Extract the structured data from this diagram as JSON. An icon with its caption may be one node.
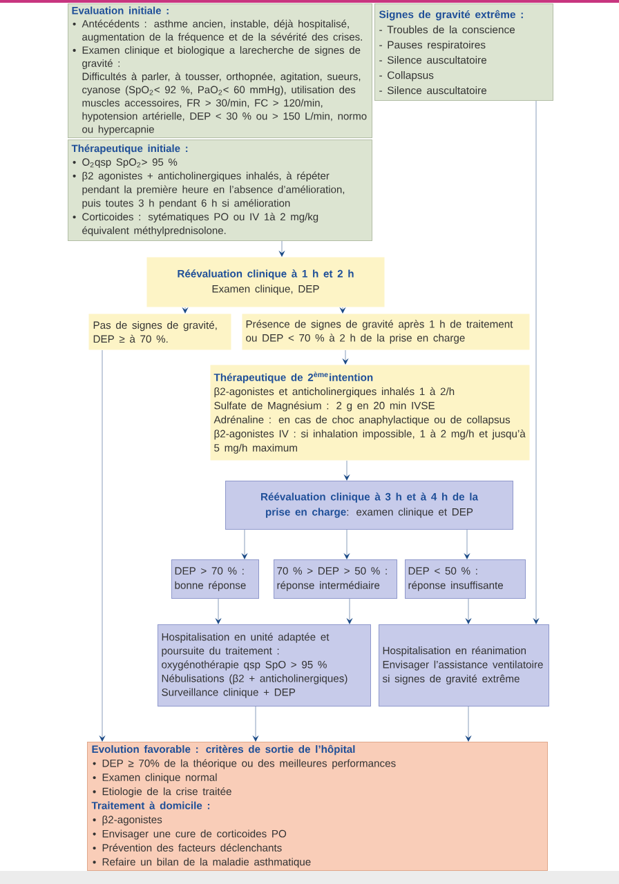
{
  "diagram": {
    "nodes": [
      {
        "text": [
          "Evaluation initiale :",
          "Antécédents : asthme ancien, instable, déjà hospitalisé, augmentation de la fréquence et de la sévérité des crises.",
          "Examen clinique et biologique a larecherche de signes de gravité :",
          "Difficultés à parler, à tousser, orthopnée, agitation, sueurs, cyanose (SpO$_{2}$< 92 %, PaO$_{2}$< 60 mmHg), utilisation des muscles accessoires, FR > 30/min, FC > 120/min, hypotension artérielle, DEP < 30 % ou > 150 L/min, normo ou hypercapnie"
        ]
      },
      {
        "text": [
          "Signes de gravité extrême :",
          "- Troubles de la conscience",
          "- Pauses respiratoires",
          "- Silence auscultatoire",
          "- Collapsus",
          "- Silence auscultatoire"
        ]
      },
      {
        "text": [
          "Thérapeutique initiale :",
          "O$_{2}$qsp SpO$_{2}$> 95 %",
          "β2 agonistes + anticholinergiques inhalés, à répéter pendant la première heure en l’absence d’amélioration, puis toutes 3 h pendant 6 h si amélioration",
          "Corticoides : sytématiques PO ou IV 1à 2 mg/kg équivalent méthylprednisolone."
        ]
      },
      {
        "text": [
          "Réévaluation clinique à 1 h et 2 h",
          "Examen clinique, DEP"
        ]
      },
      {
        "text": [
          "Pas de signes de gravité, DEP ≥ à 70 %."
        ]
      },
      {
        "text": [
          "Présence de signes de gravité après 1 h de traitement ou DEP < 70 % à 2 h de la prise en charge"
        ]
      },
      {
        "text": [
          "Thérapeutique de 2$^{ème}$intention",
          "β2-agonistes et anticholinergiques inhalés 1 à 2/h",
          "Sulfate de Magnésium : 2 g en 20 min IVSE",
          "Adrénaline : en cas de choc anaphylactique ou de collapsus",
          "β2-agonistes IV : si inhalation impossible, 1 à 2 mg/h et jusqu’à 5 mg/h maximum"
        ]
      },
      {
        "text": [
          "**Réévaluation clinique à 3 h et à 4 h de la prise en charge**: examen clinique et DEP"
        ]
      },
      {
        "text": [
          "DEP > 70 % : bonne réponse"
        ]
      },
      {
        "text": [
          "70 % > DEP > 50 % : réponse intermédiaire"
        ]
      },
      {
        "text": [
          "DEP < 50 % : réponse insuffisante"
        ]
      },
      {
        "text": [
          "Hospitalisation en unité adaptée et poursuite du traitement :",
          "oxygénothérapie qsp SpO > 95 %",
          "Nébulisations (β2 + anticholinergiques)",
          "Surveillance clinique + DEP"
        ]
      },
      {
        "text": [
          "Hospitalisation en réanimation",
          "Envisager l’assistance ventilatoire si signes de gravité extrême"
        ]
      },
      {
        "text": [
          "Evolution favorable : critères de sortie de l’hôpital",
          "DEP ≥ 70% de la théorique ou des meilleures performances",
          "Examen clinique normal",
          "Etiologie de la crise traitée",
          "Traitement à domicile :",
          "β2-agonistes",
          "Envisager une cure de corticoides PO",
          "Prévention des facteurs déclenchants",
          "Refaire un bilan de la maladie asthmatique"
        ]
      }
    ],
    "edges": [
      {
        "from": 1,
        "to": 12,
        "arrow": "to"
      },
      {
        "from": 2,
        "to": 3,
        "arrow": "to"
      },
      {
        "from": 3,
        "to": 4,
        "arrow": "to"
      },
      {
        "from": 3,
        "to": 5,
        "arrow": "to"
      },
      {
        "from": 4,
        "to": 13,
        "arrow": "to"
      },
      {
        "from": 5,
        "to": 6,
        "arrow": "to"
      },
      {
        "from": 6,
        "to": 7,
        "arrow": "to"
      },
      {
        "from": 7,
        "to": 8,
        "arrow": "to"
      },
      {
        "from": 7,
        "to": 9,
        "arrow": "to"
      },
      {
        "from": 7,
        "to": 10,
        "arrow": "to"
      },
      {
        "from": 8,
        "to": 11,
        "arrow": "to"
      },
      {
        "from": 9,
        "to": 11,
        "arrow": "to"
      },
      {
        "from": 10,
        "to": 12,
        "arrow": "to"
      },
      {
        "from": 11,
        "to": 13,
        "arrow": "to"
      },
      {
        "from": 12,
        "to": 13,
        "arrow": "to"
      }
    ]
  }
}
